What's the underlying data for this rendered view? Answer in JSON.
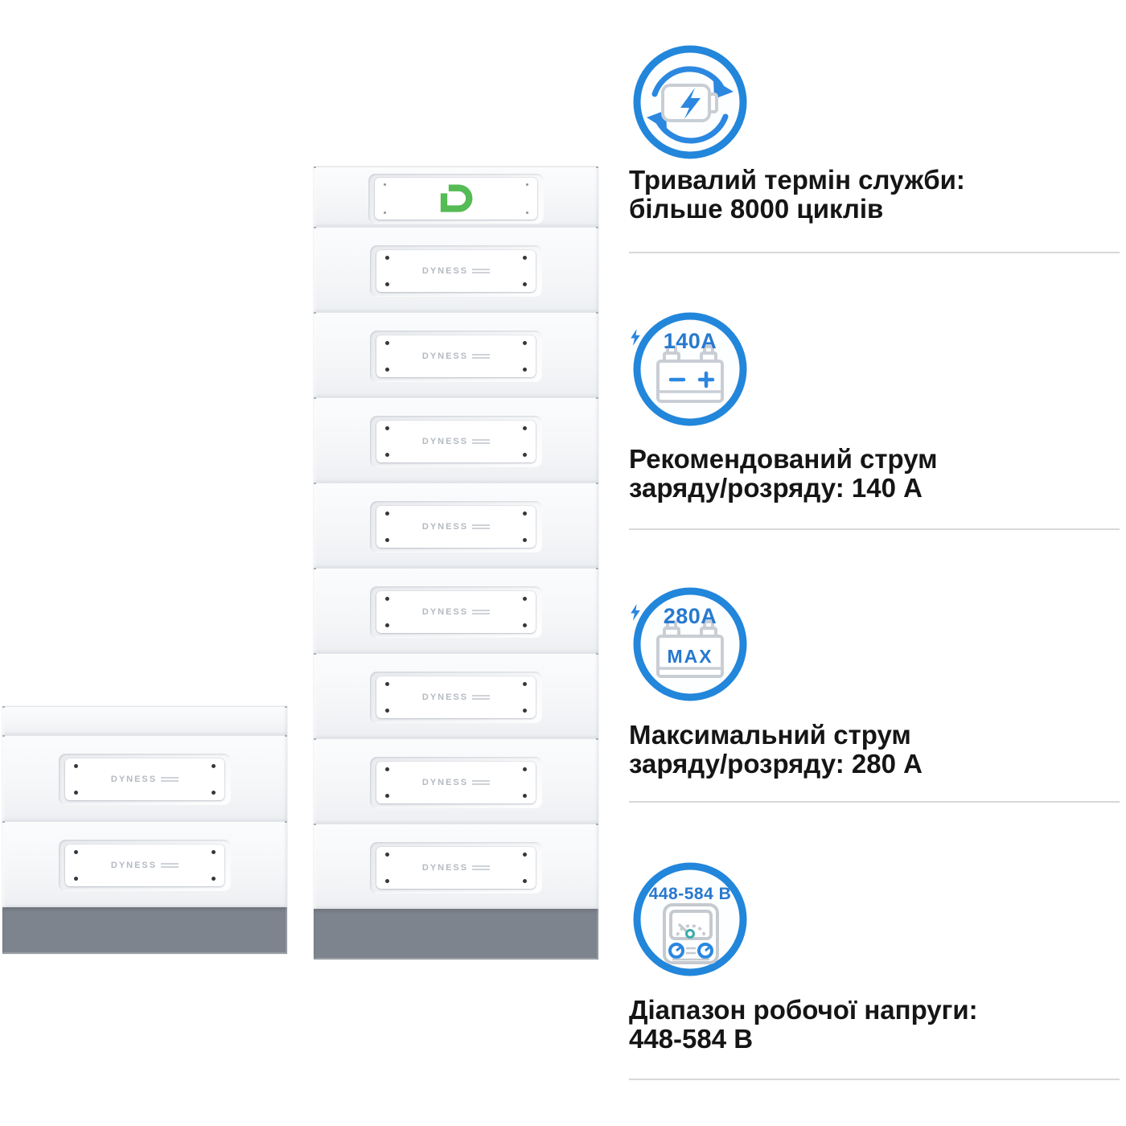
{
  "brand": {
    "d_logo": "D",
    "module_label": "DYNESS"
  },
  "features": [
    {
      "icon": "battery-recycle-icon",
      "line1": "Тривалий термін служби:",
      "line2": "більше 8000 циклів"
    },
    {
      "icon": "battery-terminals-icon",
      "badge": "140A",
      "line1": "Рекомендований струм",
      "line2": "заряду/розряду: 140 А"
    },
    {
      "icon": "battery-max-icon",
      "badge": "280A",
      "inner_label": "MAX",
      "line1": "Максимальний струм",
      "line2": "заряду/розряду: 280 А"
    },
    {
      "icon": "voltmeter-icon",
      "badge": "448-584 В",
      "line1": "Діапазон робочої напруги:",
      "line2": "448-584 В"
    }
  ],
  "colors": {
    "accent_blue": "#2286db",
    "icon_art_blue": "#2b87e0",
    "badge_blue": "#2779cf",
    "brand_green": "#55bb55",
    "battery_outline_gray": "#c9ced5",
    "base_gray": "#7e848e",
    "text_dark": "#151515",
    "divider_gray": "#d8d8d8"
  }
}
